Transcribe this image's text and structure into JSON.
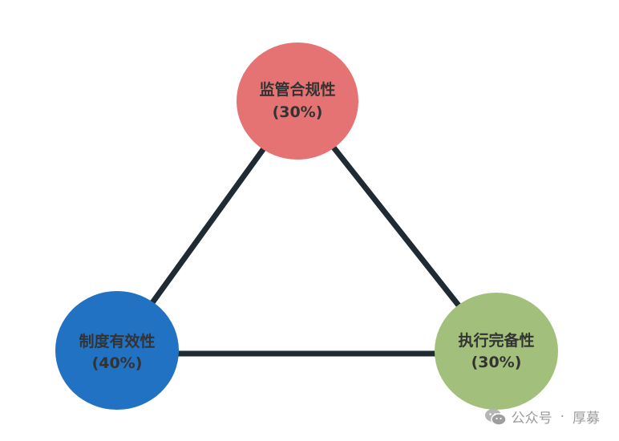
{
  "nodes": [
    {
      "id": "top",
      "name": "监管合规性",
      "weight": "(30%)",
      "color": "#E57373"
    },
    {
      "id": "left",
      "name": "制度有效性",
      "weight": "(40%)",
      "color": "#2272C3"
    },
    {
      "id": "right",
      "name": "执行完备性",
      "weight": "(30%)",
      "color": "#A2C07B"
    }
  ],
  "edges": [
    {
      "from": "top",
      "to": "left"
    },
    {
      "from": "top",
      "to": "right"
    },
    {
      "from": "left",
      "to": "right"
    }
  ],
  "edge_color": "#1F2A33",
  "watermark": {
    "icon": "wechat-icon",
    "source": "公众号",
    "separator": "·",
    "author": "厚募"
  }
}
